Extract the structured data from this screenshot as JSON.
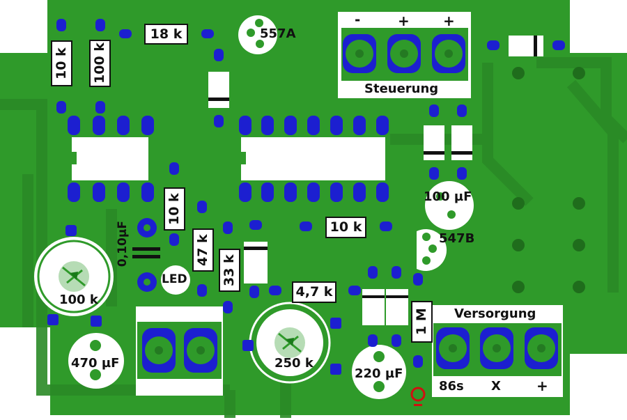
{
  "labels": {
    "r18k": "18 k",
    "r10k_top": "10 k",
    "r100k": "100 k",
    "ic557": "557A",
    "steuerung_title": "Steuerung",
    "steuerung_minus": "-",
    "steuerung_plus1": "+",
    "steuerung_plus2": "+",
    "c100uf": "100 µF",
    "t547b": "547B",
    "r10k_mid": "10 k",
    "r10k_vert": "10 k",
    "c010uf": "0,10µF",
    "led": "LED",
    "r47k": "47 k",
    "r33k": "33 k",
    "r47k_small": "4,7 k",
    "pot100k": "100 k",
    "pot250k": "250 k",
    "c470uf": "470 µF",
    "c220uf": "220 µF",
    "r1m": "1 M",
    "versorgung_title": "Versorgung",
    "versorgung_86s": "86s",
    "versorgung_x": "X",
    "versorgung_plus": "+"
  },
  "colors": {
    "board": "#2f9a2a",
    "board_dark": "#247a22",
    "copper_trace": "#3aa834",
    "pad": "#1c1fd0",
    "drill": "#2f9a2a",
    "silk": "#ffffff",
    "marker_red": "#d01010"
  }
}
